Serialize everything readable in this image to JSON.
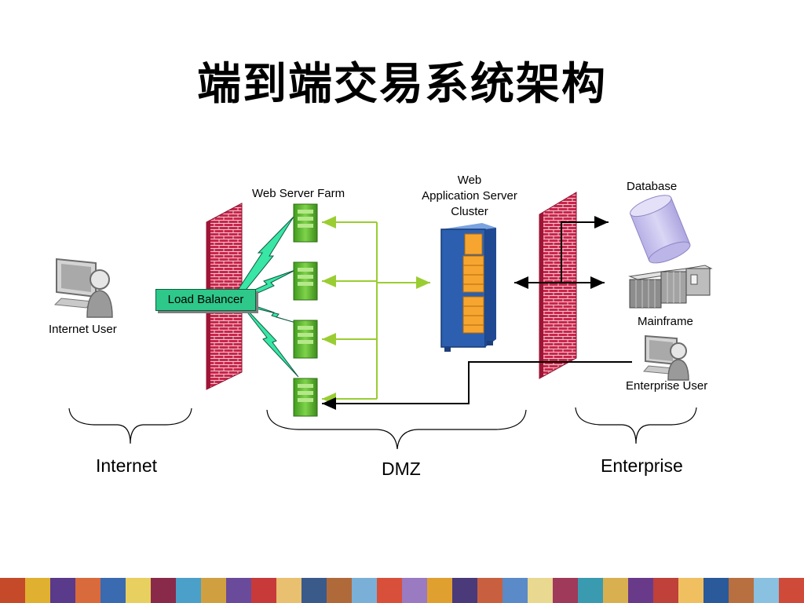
{
  "title": "端到端交易系统架构",
  "labels": {
    "internet_user": "Internet User",
    "load_balancer": "Load Balancer",
    "web_server_farm": "Web Server Farm",
    "app_server_line1": "Web",
    "app_server_line2": "Application Server",
    "app_server_line3": "Cluster",
    "database": "Database",
    "mainframe": "Mainframe",
    "enterprise_user": "Enterprise User"
  },
  "zones": {
    "internet": "Internet",
    "dmz": "DMZ",
    "enterprise": "Enterprise"
  },
  "colors": {
    "firewall_brick": "#c8264b",
    "server_green": "#5bb82e",
    "lightning": "#39e6a6",
    "load_balancer": "#2ec88a",
    "app_cluster_blue": "#2d5fb0",
    "app_module_orange": "#f6a630",
    "database": "#c7c3ec",
    "arrow_green": "#9acd32"
  },
  "icons": [
    "firewall-icon",
    "server-icon",
    "user-computer-icon",
    "database-icon",
    "mainframe-icon",
    "server-rack-icon",
    "lightning-icon"
  ]
}
